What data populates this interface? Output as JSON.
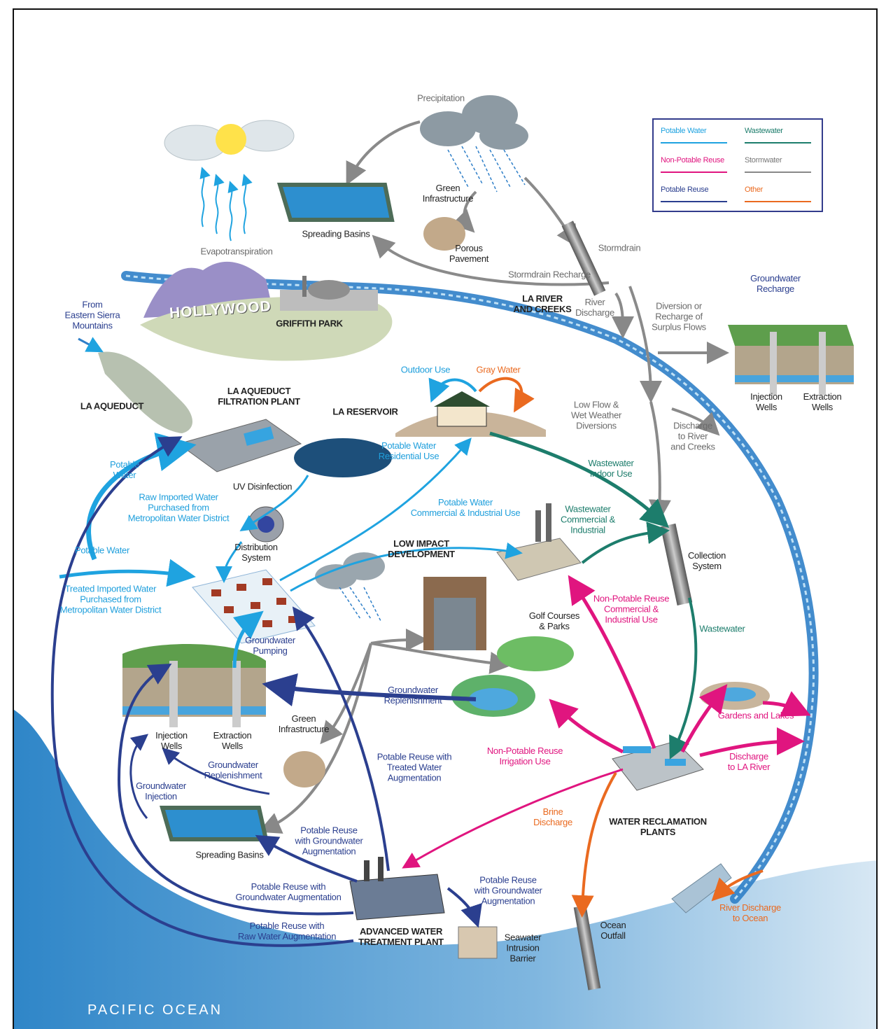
{
  "legend": {
    "potable_water": "Potable Water",
    "non_potable_reuse": "Non-Potable Reuse",
    "potable_reuse": "Potable Reuse",
    "wastewater": "Wastewater",
    "stormwater": "Stormwater",
    "other": "Other"
  },
  "colors": {
    "potable_water": "#1fa3e0",
    "non_potable_reuse": "#e0157f",
    "potable_reuse": "#2b3f8f",
    "wastewater": "#1d7d6c",
    "stormwater": "#888888",
    "other": "#ea6a20",
    "ocean": "#3a8fd0"
  },
  "labels": {
    "precipitation": "Precipitation",
    "evapotranspiration": "Evapotranspiration",
    "spreading_basins_top": "Spreading Basins",
    "green_infrastructure_top": "Green\nInfrastructure",
    "porous_pavement": "Porous\nPavement",
    "stormdrain": "Stormdrain",
    "stormdrain_recharge": "Stormdrain Recharge",
    "la_river": "LA RIVER\nAND CREEKS",
    "river_discharge": "River\nDischarge",
    "hollywood": "HOLLYWOOD",
    "griffith_park": "GRIFFITH PARK",
    "from_eastern_sierra": "From\nEastern Sierra\nMountains",
    "la_aqueduct": "LA AQUEDUCT",
    "filtration_plant": "LA AQUEDUCT\nFILTRATION PLANT",
    "la_reservoir": "LA RESERVOIR",
    "outdoor_use": "Outdoor Use",
    "gray_water": "Gray Water",
    "potable_residential": "Potable Water\nResidential Use",
    "diversion": "Diversion or\nRecharge of\nSurplus Flows",
    "groundwater_recharge": "Groundwater\nRecharge",
    "injection_wells_right": "Injection\nWells",
    "extraction_wells_right": "Extraction\nWells",
    "low_flow": "Low Flow &\nWet Weather\nDiversions",
    "discharge_river_creeks": "Discharge\nto River\nand Creeks",
    "potable_water_1": "Potable\nWater",
    "raw_imported": "Raw Imported Water\nPurchased  from\nMetropolitan Water District",
    "uv_disinfection": "UV Disinfection",
    "wastewater_indoor": "Wastewater\nIndoor Use",
    "potable_commercial": "Potable Water\nCommercial & Industrial Use",
    "wastewater_commercial": "Wastewater\nCommercial &\nIndustrial",
    "potable_water_2": "Potable Water",
    "distribution_system": "Distribution\nSystem",
    "low_impact": "LOW IMPACT\nDEVELOPMENT",
    "collection_system": "Collection\nSystem",
    "treated_imported": "Treated Imported Water\nPurchased from\nMetropolitan Water District",
    "npr_commercial": "Non-Potable Reuse\nCommercial &\nIndustrial Use",
    "golf_courses": "Golf Courses\n& Parks",
    "groundwater_pumping": "Groundwater\nPumping",
    "wastewater": "Wastewater",
    "groundwater_replenishment_1": "Groundwater\nReplenishment",
    "gardens_lakes": "Gardens and Lakes",
    "injection_wells_left": "Injection\nWells",
    "extraction_wells_left": "Extraction\nWells",
    "green_infrastructure_bottom": "Green\nInfrastructure",
    "npr_irrigation": "Non-Potable Reuse\nIrrigation Use",
    "discharge_la_river": "Discharge\nto LA River",
    "groundwater_replenishment_2": "Groundwater\nReplenishment",
    "potable_reuse_treated": "Potable Reuse with\nTreated Water\nAugmentation",
    "groundwater_injection": "Groundwater\nInjection",
    "brine_discharge": "Brine\nDischarge",
    "water_reclamation": "WATER RECLAMATION\nPLANTS",
    "spreading_basins_bottom": "Spreading Basins",
    "pr_gw_aug_1": "Potable Reuse\nwith Groundwater\nAugmentation",
    "pr_gw_aug_2": "Potable Reuse with\nGroundwater Augmentation",
    "pr_gw_aug_3": "Potable Reuse\nwith  Groundwater\nAugmentation",
    "pr_raw": "Potable Reuse with\nRaw Water Augmentation",
    "advanced_plant": "ADVANCED WATER\nTREATMENT PLANT",
    "seawater_barrier": "Seawater\nIntrusion\nBarrier",
    "ocean_outfall": "Ocean\nOutfall",
    "river_discharge_ocean": "River Discharge\nto Ocean",
    "pacific_ocean": "PACIFIC OCEAN"
  }
}
